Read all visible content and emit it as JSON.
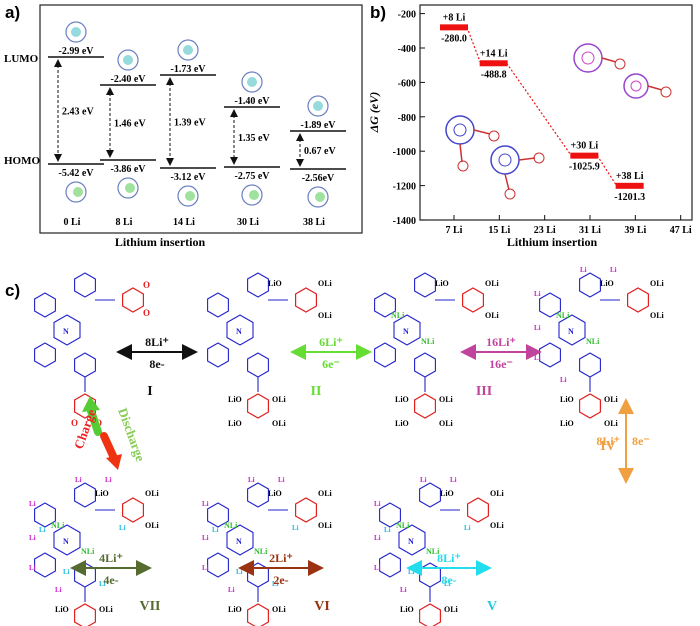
{
  "panel_a": {
    "label": "a)",
    "lumo_label": "LUMO",
    "homo_label": "HOMO",
    "x_title": "Lithium insertion",
    "columns": [
      {
        "x_label": "0 Li",
        "lumo": "-2.99 eV",
        "homo": "-5.42 eV",
        "gap": "2.43 eV"
      },
      {
        "x_label": "8 Li",
        "lumo": "-2.40 eV",
        "homo": "-3.86 eV",
        "gap": "1.46 eV"
      },
      {
        "x_label": "14 Li",
        "lumo": "-1.73 eV",
        "homo": "-3.12 eV",
        "gap": "1.39 eV"
      },
      {
        "x_label": "30 Li",
        "lumo": "-1.40 eV",
        "homo": "-2.75 eV",
        "gap": "1.35 eV"
      },
      {
        "x_label": "38 Li",
        "lumo": "-1.89 eV",
        "homo": "-2.56eV",
        "gap": "0.67 eV"
      }
    ]
  },
  "panel_b": {
    "label": "b)",
    "chart_data": {
      "type": "scatter",
      "xlabel": "Lithium insertion",
      "ylabel": "ΔG (eV)",
      "x_ticks": [
        "7 Li",
        "15 Li",
        "23 Li",
        "31 Li",
        "39 Li",
        "47 Li"
      ],
      "x_tick_values": [
        7,
        15,
        23,
        31,
        39,
        47
      ],
      "y_ticks": [
        "-200",
        "-400",
        "-600",
        "-800",
        "-1000",
        "-1200",
        "-1400"
      ],
      "ylim": [
        -1400,
        -150
      ],
      "xlim": [
        1,
        49
      ],
      "points": [
        {
          "x": 7,
          "y": -280.0,
          "label_top": "+8 Li",
          "label_value": "-280.0"
        },
        {
          "x": 14,
          "y": -488.8,
          "label_top": "+14 Li",
          "label_value": "-488.8"
        },
        {
          "x": 30,
          "y": -1025.9,
          "label_top": "+30 Li",
          "label_value": "-1025.9"
        },
        {
          "x": 38,
          "y": -1201.3,
          "label_top": "+38 Li",
          "label_value": "-1201.3"
        }
      ],
      "marker_color": "#ee1111",
      "connector_color": "#ee1111"
    }
  },
  "panel_c": {
    "label": "c)",
    "stages": [
      "I",
      "II",
      "III",
      "IV",
      "V",
      "VI",
      "VII"
    ],
    "charge_label": "Charge",
    "discharge_label": "Discharge",
    "transitions": [
      {
        "from": "I",
        "to": "II",
        "li": "8Li⁺",
        "e": "8e-",
        "color": "#111111"
      },
      {
        "from": "II",
        "to": "III",
        "li": "6Li⁺",
        "e": "6e⁻",
        "color": "#66dd33"
      },
      {
        "from": "III",
        "to": "IV",
        "li": "16Li⁺",
        "e": "16e⁻",
        "color": "#c0449c"
      },
      {
        "from": "IV",
        "to": "V",
        "li": "8Li⁺",
        "e": "8e⁻",
        "color": "#f0a040"
      },
      {
        "from": "V",
        "to": "VI",
        "li": "8Li⁺",
        "e": "8e-",
        "color": "#22ddee"
      },
      {
        "from": "VI",
        "to": "VII",
        "li": "2Li⁺",
        "e": "2e-",
        "color": "#993311"
      },
      {
        "from": "VII",
        "to": "I",
        "li": "4Li⁺",
        "e": "4e-",
        "color": "#556b2f"
      }
    ],
    "li_atom": "Li",
    "oli_label": "OLi",
    "lio_label": "LiO",
    "nli_label": "NLi",
    "n_label": "N",
    "o_label": "O",
    "colors": {
      "backbone": "#2222cc",
      "ring": "#e22020",
      "li_mag": "#cc22cc",
      "li_cyan": "#22bbdd",
      "li_green": "#33bb33"
    }
  }
}
